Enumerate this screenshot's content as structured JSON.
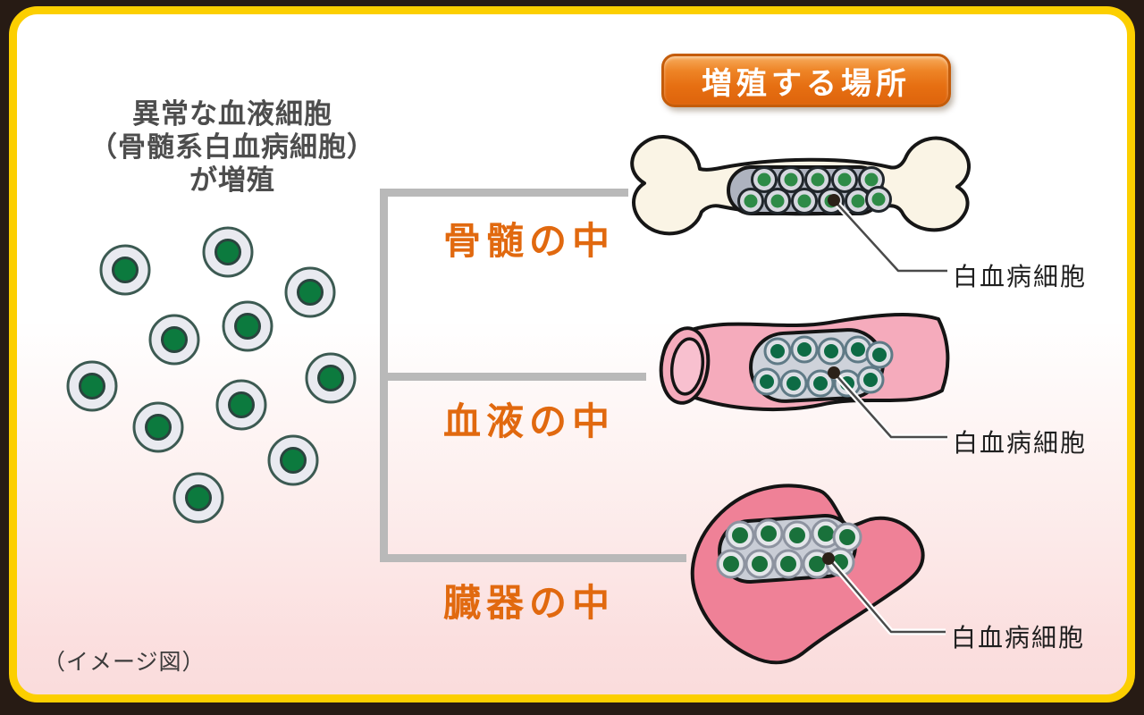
{
  "badge": {
    "label": "増殖する場所",
    "text_color": "#ffffff",
    "bg_top": "#f7ab5c",
    "bg_bottom": "#de640c",
    "border_color": "#c45c0a"
  },
  "header": {
    "lines": [
      "異常な血液細胞",
      "（骨髄系白血病細胞）",
      "が増殖"
    ],
    "color": "#4d4d4d"
  },
  "footer": {
    "note": "（イメージ図）",
    "color": "#3b3b3b"
  },
  "connector": {
    "color": "#b9b9b9"
  },
  "location_label_color": "#e1690f",
  "locations": [
    {
      "id": "bone-marrow",
      "label": "骨髄の中",
      "cell_label": "白血病細胞",
      "illustration": "bone"
    },
    {
      "id": "blood",
      "label": "血液の中",
      "cell_label": "白血病細胞",
      "illustration": "blood-vessel"
    },
    {
      "id": "organ",
      "label": "臓器の中",
      "cell_label": "白血病細胞",
      "illustration": "organ-liver"
    }
  ],
  "scatter": {
    "r": 27,
    "fill": "#e9eaf0",
    "stroke": "#3c5a52",
    "sw": 3,
    "nr": 13.5,
    "nfill": "#0c7a3e",
    "nstroke": "#2a443e",
    "nsw": 3,
    "positions": [
      [
        140,
        302
      ],
      [
        255,
        282
      ],
      [
        347,
        327
      ],
      [
        195,
        380
      ],
      [
        277,
        365
      ],
      [
        103,
        432
      ],
      [
        370,
        423
      ],
      [
        177,
        478
      ],
      [
        270,
        453
      ],
      [
        328,
        515
      ],
      [
        222,
        557
      ]
    ]
  },
  "illustrations": {
    "bone": {
      "name": "bone",
      "fill": "#faf4e5",
      "outline": "#161616",
      "window_fill": "#aeb3bf",
      "cells": {
        "r": 13.5,
        "fill": "#d6d8df",
        "stroke": "#20262b",
        "sw": 3,
        "nr": 7.5,
        "nfill": "#2e8b47",
        "nstroke": "none",
        "nsw": 0,
        "positions": [
          [
            160,
            64
          ],
          [
            190,
            64
          ],
          [
            220,
            64
          ],
          [
            250,
            64
          ],
          [
            280,
            64
          ],
          [
            145,
            88
          ],
          [
            175,
            88
          ],
          [
            205,
            88
          ],
          [
            235,
            88
          ],
          [
            265,
            88
          ],
          [
            288,
            86
          ]
        ]
      }
    },
    "vessel": {
      "name": "blood-vessel",
      "fill": "#f5abbc",
      "outline": "#141414",
      "window_fill": "#ced2da",
      "cells": {
        "r": 14,
        "fill": "#dcdfe5",
        "stroke": "#5f7a86",
        "sw": 3,
        "nr": 8,
        "nfill": "#0d6b45",
        "nstroke": "none",
        "nsw": 0,
        "positions": [
          [
            152,
            48
          ],
          [
            182,
            46
          ],
          [
            212,
            48
          ],
          [
            242,
            46
          ],
          [
            266,
            52
          ],
          [
            140,
            82
          ],
          [
            170,
            84
          ],
          [
            200,
            84
          ],
          [
            230,
            84
          ],
          [
            256,
            80
          ]
        ]
      }
    },
    "liver": {
      "name": "organ-liver",
      "fill": "#ef8197",
      "outline": "#141414",
      "window_fill": "#c9cdd6",
      "cells": {
        "r": 15,
        "fill": "#e4e6ea",
        "stroke": "#8d93a0",
        "sw": 3,
        "nr": 9,
        "nfill": "#19713b",
        "nstroke": "none",
        "nsw": 0,
        "positions": [
          [
            68,
            64
          ],
          [
            100,
            62
          ],
          [
            132,
            64
          ],
          [
            164,
            62
          ],
          [
            188,
            66
          ],
          [
            58,
            96
          ],
          [
            90,
            96
          ],
          [
            122,
            96
          ],
          [
            154,
            96
          ],
          [
            180,
            94
          ]
        ]
      }
    }
  },
  "leaders": {
    "line_color": "#4a4a4a",
    "casing_color": "#ffffff",
    "dot_color": "#2b2118",
    "points": [
      {
        "dot": [
          933,
          224
        ],
        "elbow": [
          1005,
          303
        ],
        "end": [
          1060,
          303
        ]
      },
      {
        "dot": [
          933,
          417
        ],
        "elbow": [
          997,
          489
        ],
        "end": [
          1060,
          489
        ]
      },
      {
        "dot": [
          927,
          625
        ],
        "elbow": [
          997,
          707
        ],
        "end": [
          1058,
          707
        ]
      }
    ]
  },
  "frame": {
    "border_color": "#fccf00",
    "outer_color": "#271b14",
    "bg_top": "#ffffff",
    "bg_bottom": "#fadcdc"
  }
}
